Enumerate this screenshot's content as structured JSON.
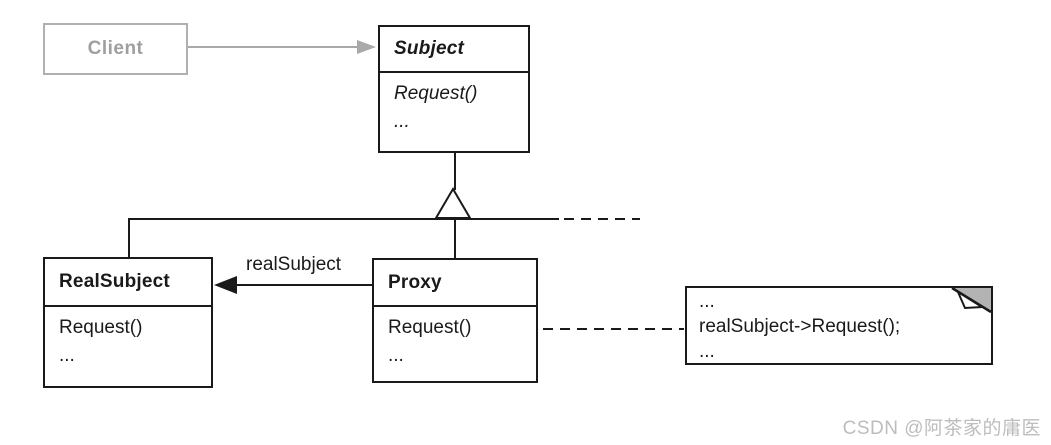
{
  "client": {
    "label": "Client"
  },
  "subject": {
    "name": "Subject",
    "methods": [
      "Request()",
      "..."
    ]
  },
  "real_subject": {
    "name": "RealSubject",
    "methods": [
      "Request()",
      "..."
    ]
  },
  "proxy": {
    "name": "Proxy",
    "methods": [
      "Request()",
      "..."
    ]
  },
  "association": {
    "label": "realSubject"
  },
  "note": {
    "lines": [
      "...",
      "realSubject->Request();",
      "..."
    ]
  },
  "watermark": {
    "text": "CSDN @阿茶家的庸医"
  },
  "colors": {
    "line": "#1a1a1a",
    "gray_line": "#a9a9a9",
    "client_text": "#9f9f9f",
    "note_fold": "#b3b3b3",
    "watermark": "#bdbdbd"
  }
}
